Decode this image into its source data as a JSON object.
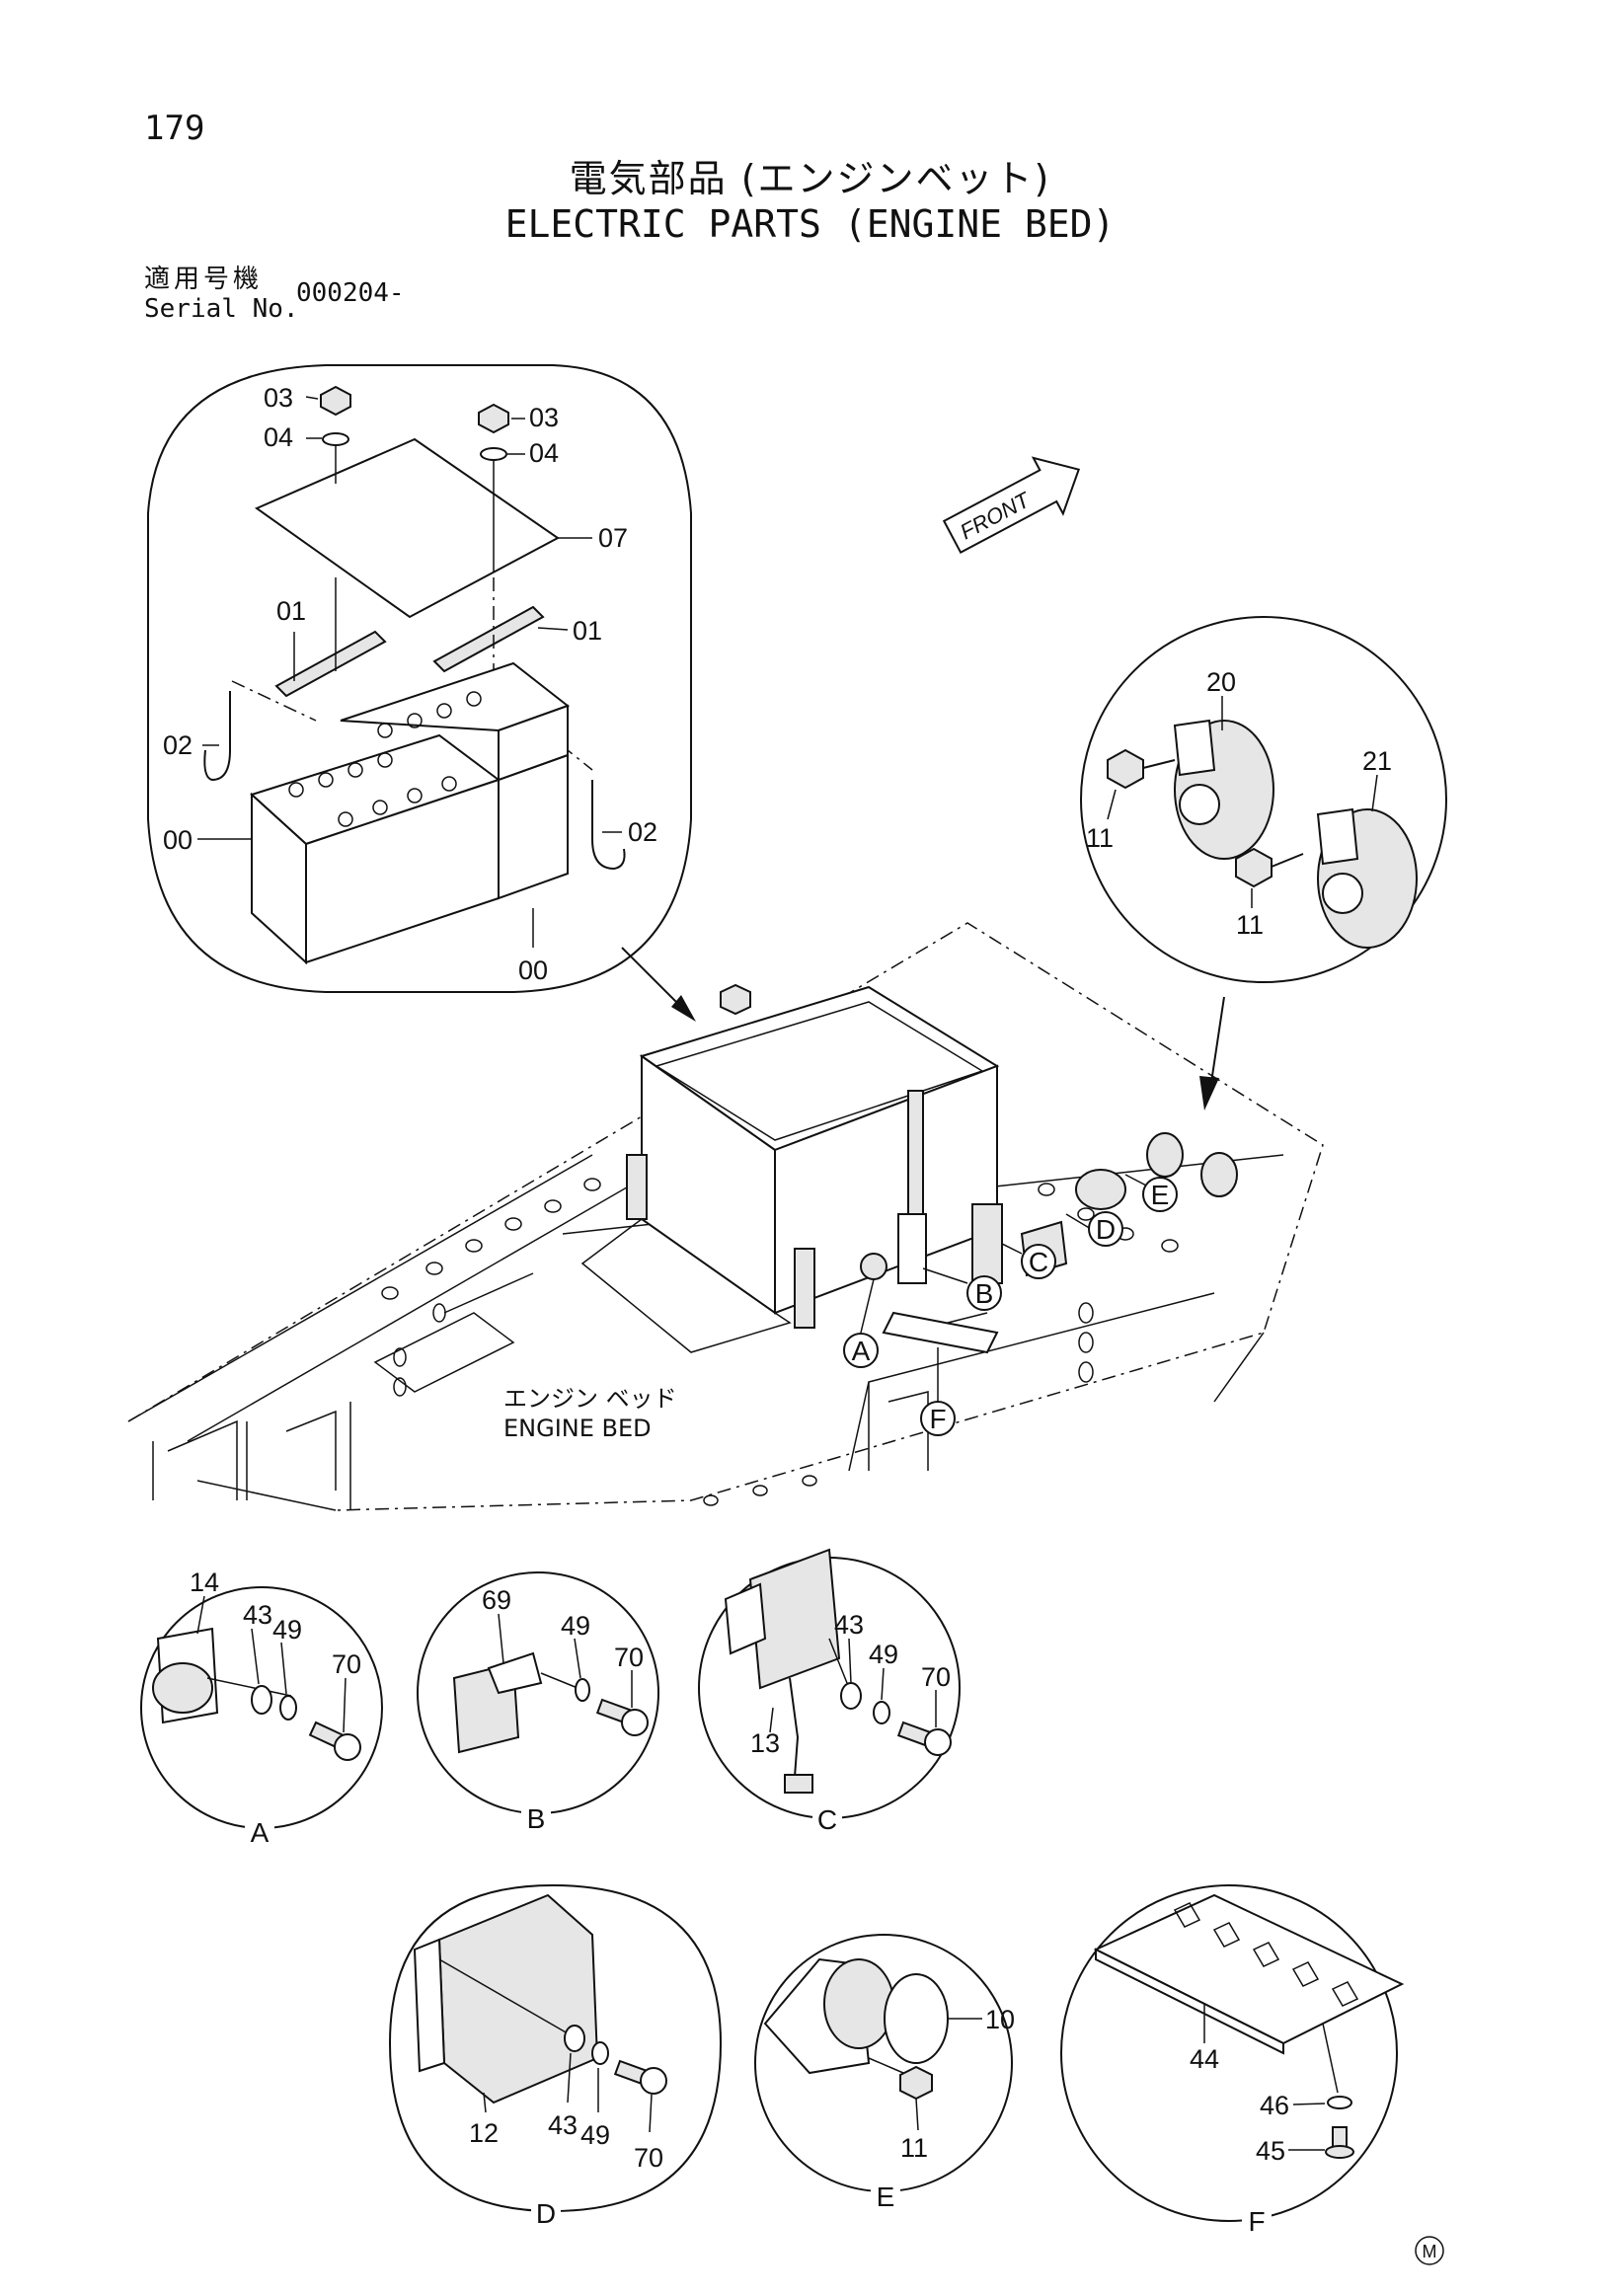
{
  "header": {
    "page_number": "179",
    "title_jp": "電気部品 (エンジンベット)",
    "title_en": "ELECTRIC PARTS (ENGINE BED)",
    "serial_label_jp": "適用号機",
    "serial_label_en": "Serial No.",
    "serial_value": "000204-"
  },
  "front_arrow": {
    "label": "FRONT"
  },
  "engine_bed": {
    "label_jp": "エンジン ベッド",
    "label_en": "ENGINE BED"
  },
  "callouts": [
    "A",
    "B",
    "C",
    "D",
    "E",
    "F"
  ],
  "detail_battery": {
    "part_labels": [
      "03",
      "04",
      "03",
      "04",
      "07",
      "01",
      "01",
      "02",
      "02",
      "00",
      "00"
    ]
  },
  "detail_horns": {
    "part_labels": [
      "20",
      "21",
      "11",
      "11"
    ]
  },
  "detail_A": {
    "caption": "A",
    "part_labels": [
      "14",
      "43",
      "49",
      "70"
    ]
  },
  "detail_B": {
    "caption": "B",
    "part_labels": [
      "69",
      "49",
      "70"
    ]
  },
  "detail_C": {
    "caption": "C",
    "part_labels": [
      "43",
      "49",
      "70",
      "13"
    ]
  },
  "detail_D": {
    "caption": "D",
    "part_labels": [
      "12",
      "43",
      "49",
      "70"
    ]
  },
  "detail_E": {
    "caption": "E",
    "part_labels": [
      "10",
      "11"
    ]
  },
  "detail_F": {
    "caption": "F",
    "part_labels": [
      "44",
      "46",
      "45"
    ]
  },
  "footer": {
    "mark": "M"
  }
}
